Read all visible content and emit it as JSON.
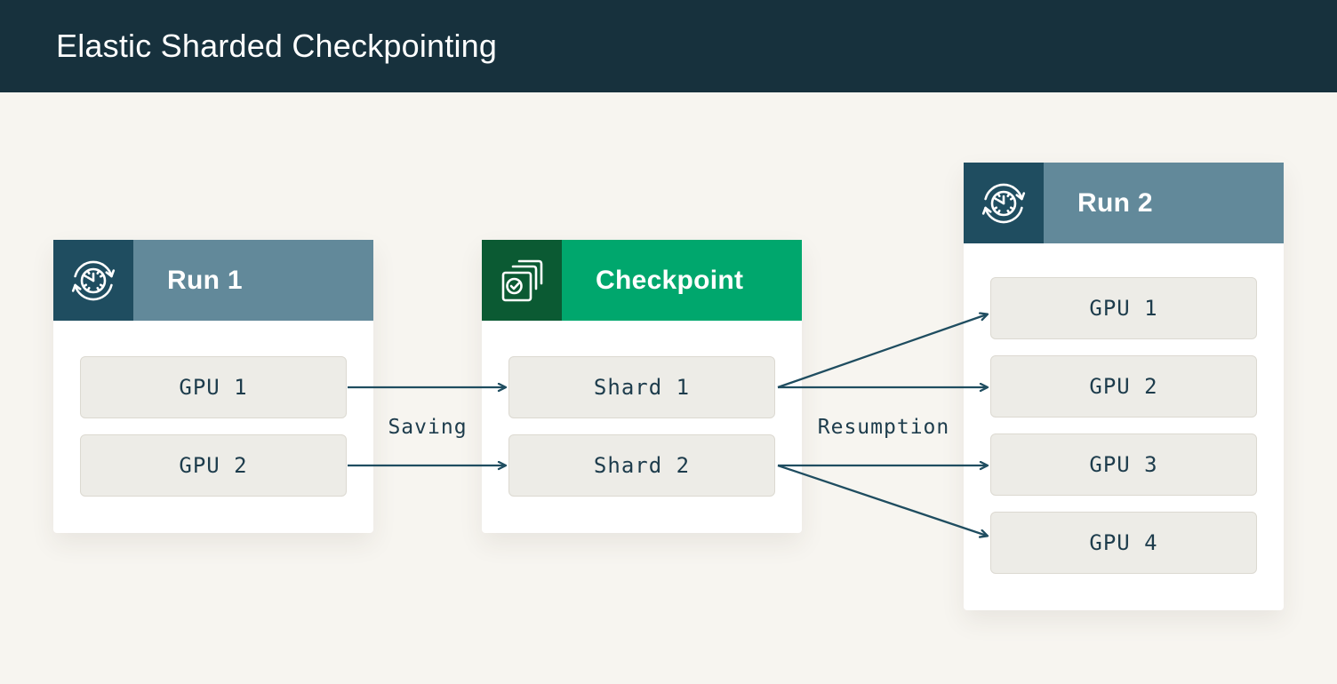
{
  "page": {
    "title": "Elastic Sharded Checkpointing"
  },
  "colors": {
    "header_bar": "#17313d",
    "page_background": "#f7f5f0",
    "run_icon_box": "#1f4d60",
    "run_header": "#62899a",
    "checkpoint_icon_box": "#0b5a33",
    "checkpoint_header": "#00a76d",
    "node_fill": "#edece7",
    "node_text": "#1d3c4c",
    "arrow": "#1f4d60"
  },
  "diagram": {
    "cards": [
      {
        "id": "run1",
        "title": "Run 1",
        "icon": "restore-cycle-clock-icon",
        "items": [
          {
            "label": "GPU 1"
          },
          {
            "label": "GPU 2"
          }
        ]
      },
      {
        "id": "checkpoint",
        "title": "Checkpoint",
        "icon": "layers-check-icon",
        "items": [
          {
            "label": "Shard 1"
          },
          {
            "label": "Shard 2"
          }
        ]
      },
      {
        "id": "run2",
        "title": "Run 2",
        "icon": "restore-cycle-clock-icon",
        "items": [
          {
            "label": "GPU 1"
          },
          {
            "label": "GPU 2"
          },
          {
            "label": "GPU 3"
          },
          {
            "label": "GPU 4"
          }
        ]
      }
    ],
    "edges": {
      "saving_label": "Saving",
      "resumption_label": "Resumption",
      "saving": [
        {
          "from": "Run 1 / GPU 1",
          "to": "Checkpoint / Shard 1"
        },
        {
          "from": "Run 1 / GPU 2",
          "to": "Checkpoint / Shard 2"
        }
      ],
      "resumption": [
        {
          "from": "Checkpoint / Shard 1",
          "to": "Run 2 / GPU 1"
        },
        {
          "from": "Checkpoint / Shard 1",
          "to": "Run 2 / GPU 2"
        },
        {
          "from": "Checkpoint / Shard 2",
          "to": "Run 2 / GPU 3"
        },
        {
          "from": "Checkpoint / Shard 2",
          "to": "Run 2 / GPU 4"
        }
      ]
    }
  }
}
